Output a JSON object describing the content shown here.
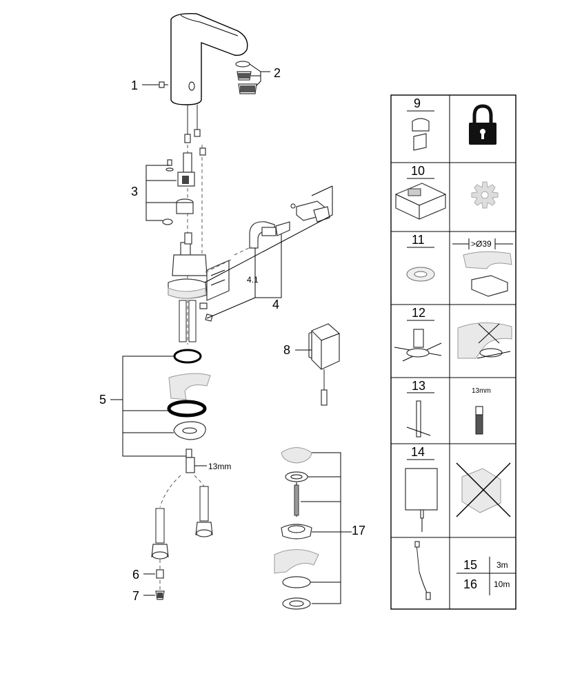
{
  "callouts": {
    "c1": "1",
    "c2": "2",
    "c3": "3",
    "c4": "4",
    "c4_1": "4.1",
    "c5": "5",
    "c6": "6",
    "c7": "7",
    "c8": "8",
    "c17": "17",
    "wrench_13mm": "13mm"
  },
  "table": {
    "r9": "9",
    "r10": "10",
    "r11": "11",
    "r11_dim": ">Ø39",
    "r12": "12",
    "r13": "13",
    "r13_size": "13mm",
    "r14": "14",
    "r15": "15",
    "r15_len": "3m",
    "r16": "16",
    "r16_len": "10m"
  },
  "icons": [
    "lock-icon",
    "gear-icon",
    "crossed-out-icon"
  ]
}
